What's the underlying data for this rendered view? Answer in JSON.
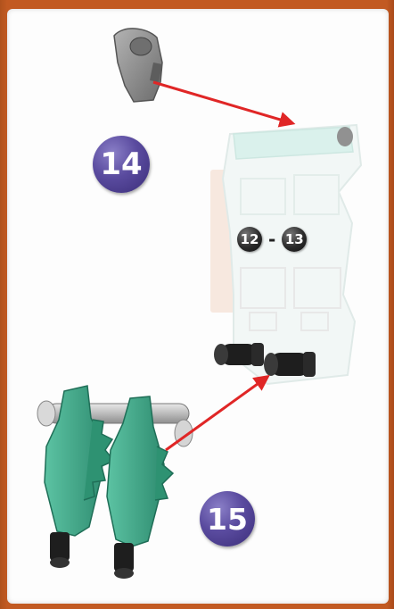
{
  "steps": [
    {
      "number": "14",
      "color": "#4b3d8f"
    },
    {
      "number": "15",
      "color": "#4b3d8f"
    }
  ],
  "reference": {
    "from": "12",
    "separator": "-",
    "to": "13"
  },
  "colors": {
    "frame": "#c25a22",
    "panel": "#fdfdfd",
    "arrow": "#e02626",
    "green_part": "#3fa98a",
    "grey_part": "#8c8c8c",
    "black_part": "#1e1e1e"
  }
}
